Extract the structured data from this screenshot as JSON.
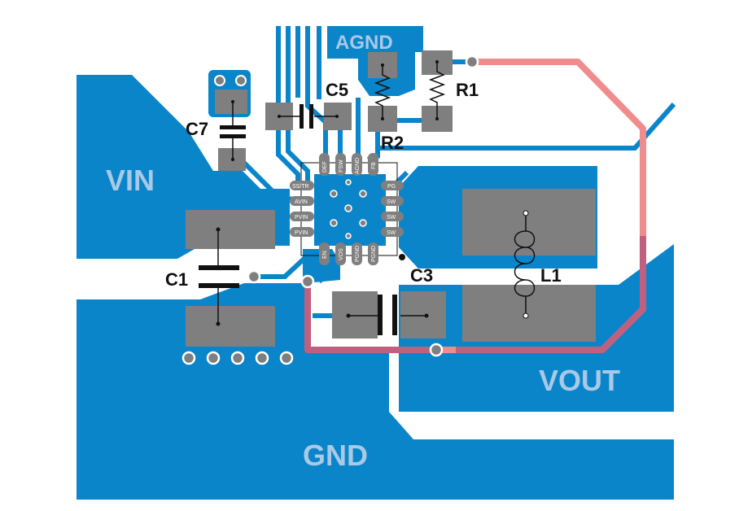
{
  "colors": {
    "copper": "#0a85c9",
    "pad": "#7f7f7f",
    "background": "#ffffff",
    "silk": "#111111",
    "net_label": "#a9c9e6",
    "bottom_trace": "#f08c8c",
    "bottom_trace_overlap": "#c0607e"
  },
  "nets": {
    "vin": "VIN",
    "agnd": "AGND",
    "vout": "VOUT",
    "gnd": "GND"
  },
  "refs": {
    "c1": "C1",
    "c3": "C3",
    "c5": "C5",
    "c7": "C7",
    "r1": "R1",
    "r2": "R2",
    "l1": "L1"
  },
  "ic_pins": {
    "left": [
      "SS/TR",
      "AVIN",
      "PVIN",
      "PVIN"
    ],
    "right": [
      "PG",
      "SW",
      "SW",
      "SW"
    ],
    "top": [
      "DEF",
      "FSW",
      "AGND",
      "FB"
    ],
    "bottom": [
      "EN",
      "VOS",
      "PGND",
      "PGND"
    ]
  }
}
